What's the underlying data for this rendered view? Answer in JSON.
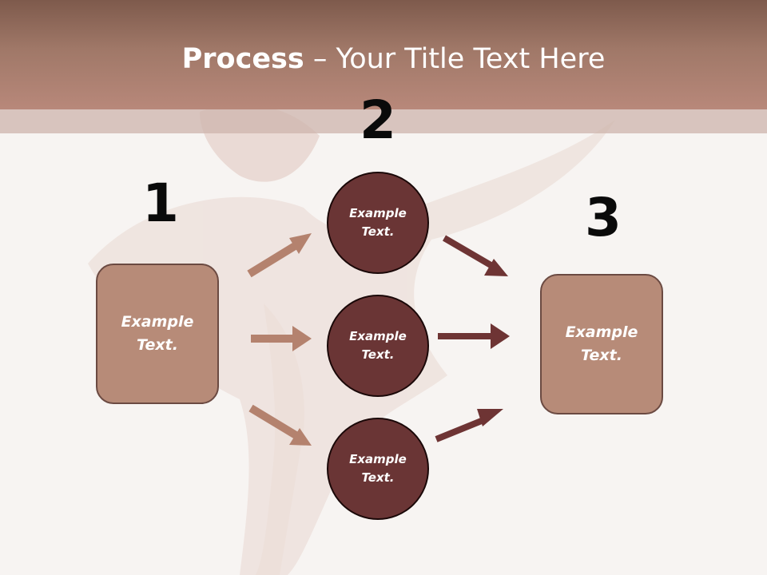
{
  "slide": {
    "title_bold": "Process",
    "title_rest": " – Your Title Text Here",
    "step_numbers": [
      "1",
      "2",
      "3"
    ],
    "left_box": [
      "Example",
      "Text."
    ],
    "right_box": [
      "Example",
      "Text."
    ],
    "circles": [
      [
        "Example",
        "Text."
      ],
      [
        "Example",
        "Text."
      ],
      [
        "Example",
        "Text."
      ]
    ]
  },
  "colors": {
    "header": "#a07868",
    "box_fill": "#b78b78",
    "circle_fill": "#6a3535",
    "arrow_light": "#b4826e",
    "arrow_dark": "#6e3434"
  }
}
